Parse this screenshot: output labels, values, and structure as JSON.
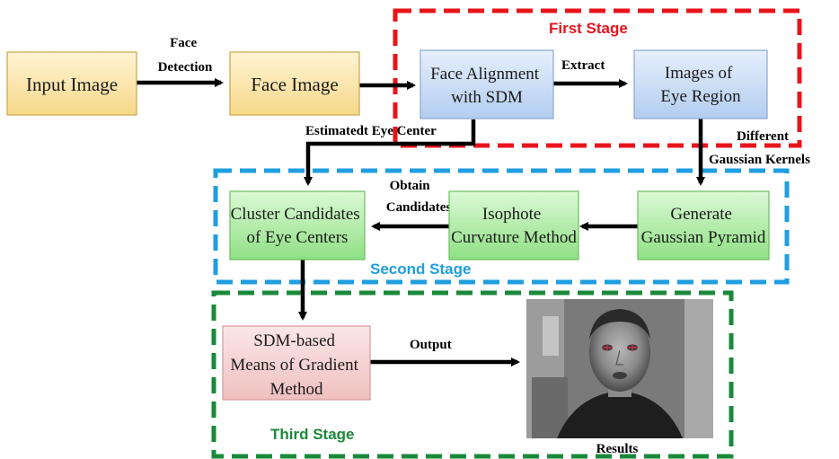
{
  "nodes": {
    "input_image": "Input Image",
    "face_image": "Face Image",
    "face_alignment": [
      "Face Alignment",
      "with SDM"
    ],
    "images_eye_region": [
      "Images of",
      "Eye Region"
    ],
    "generate_pyramid": [
      "Generate",
      "Gaussian Pyramid"
    ],
    "isophote": [
      "Isophote",
      "Curvature Method"
    ],
    "cluster": [
      "Cluster Candidates",
      "of Eye Centers"
    ],
    "sdm_gradient": [
      "SDM-based",
      "Means of Gradient",
      "Method"
    ],
    "results": "Results"
  },
  "edges": {
    "face_detection": [
      "Face",
      "Detection"
    ],
    "extract": "Extract",
    "estimated_eye_center": "Estimatedt Eye Center",
    "different_kernels": [
      "Different",
      "Gaussian Kernels"
    ],
    "obtain_candidates": [
      "Obtain",
      "Candidates"
    ],
    "output": "Output"
  },
  "stages": {
    "first": "First Stage",
    "second": "Second Stage",
    "third": "Third Stage"
  },
  "colors": {
    "first_stage": "#e8141b",
    "second_stage": "#1f9ee0",
    "third_stage": "#1a8a3a",
    "yellow_box": "#fbe3a3",
    "blue_box": "#c9dcf5",
    "green_box": "#b9efb0",
    "pink_box": "#f6d2d2"
  }
}
